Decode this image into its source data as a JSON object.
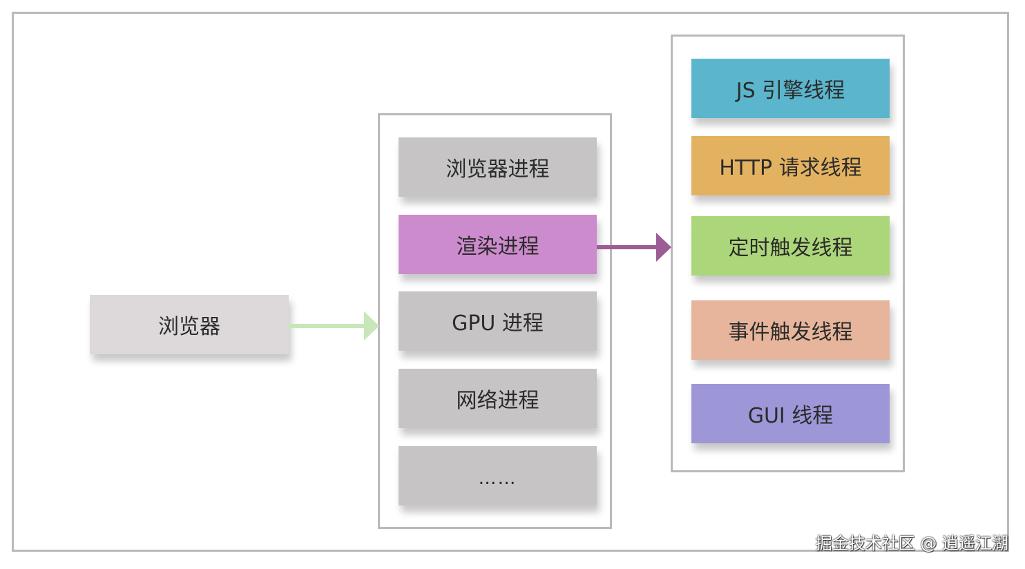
{
  "browser": {
    "label": "浏览器",
    "color": "#ddd8da"
  },
  "processes": [
    {
      "label": "浏览器进程",
      "color": "#c6c4c5"
    },
    {
      "label": "渲染进程",
      "color": "#cc8bcc"
    },
    {
      "label": "GPU 进程",
      "color": "#c6c4c5"
    },
    {
      "label": "网络进程",
      "color": "#c6c4c5"
    },
    {
      "label": "……",
      "color": "#c6c4c5"
    }
  ],
  "threads": [
    {
      "label": "JS 引擎线程",
      "color": "#5bb6cd"
    },
    {
      "label": "HTTP 请求线程",
      "color": "#e3b261"
    },
    {
      "label": "定时触发线程",
      "color": "#acd67a"
    },
    {
      "label": "事件触发线程",
      "color": "#e7b59b"
    },
    {
      "label": "GUI 线程",
      "color": "#9d97d8"
    }
  ],
  "connectors": {
    "browser_to_processes_color": "#c7e6b9",
    "render_to_threads_color": "#9c5c95"
  },
  "watermark": "掘金技术社区 @ 逍遥江湖"
}
